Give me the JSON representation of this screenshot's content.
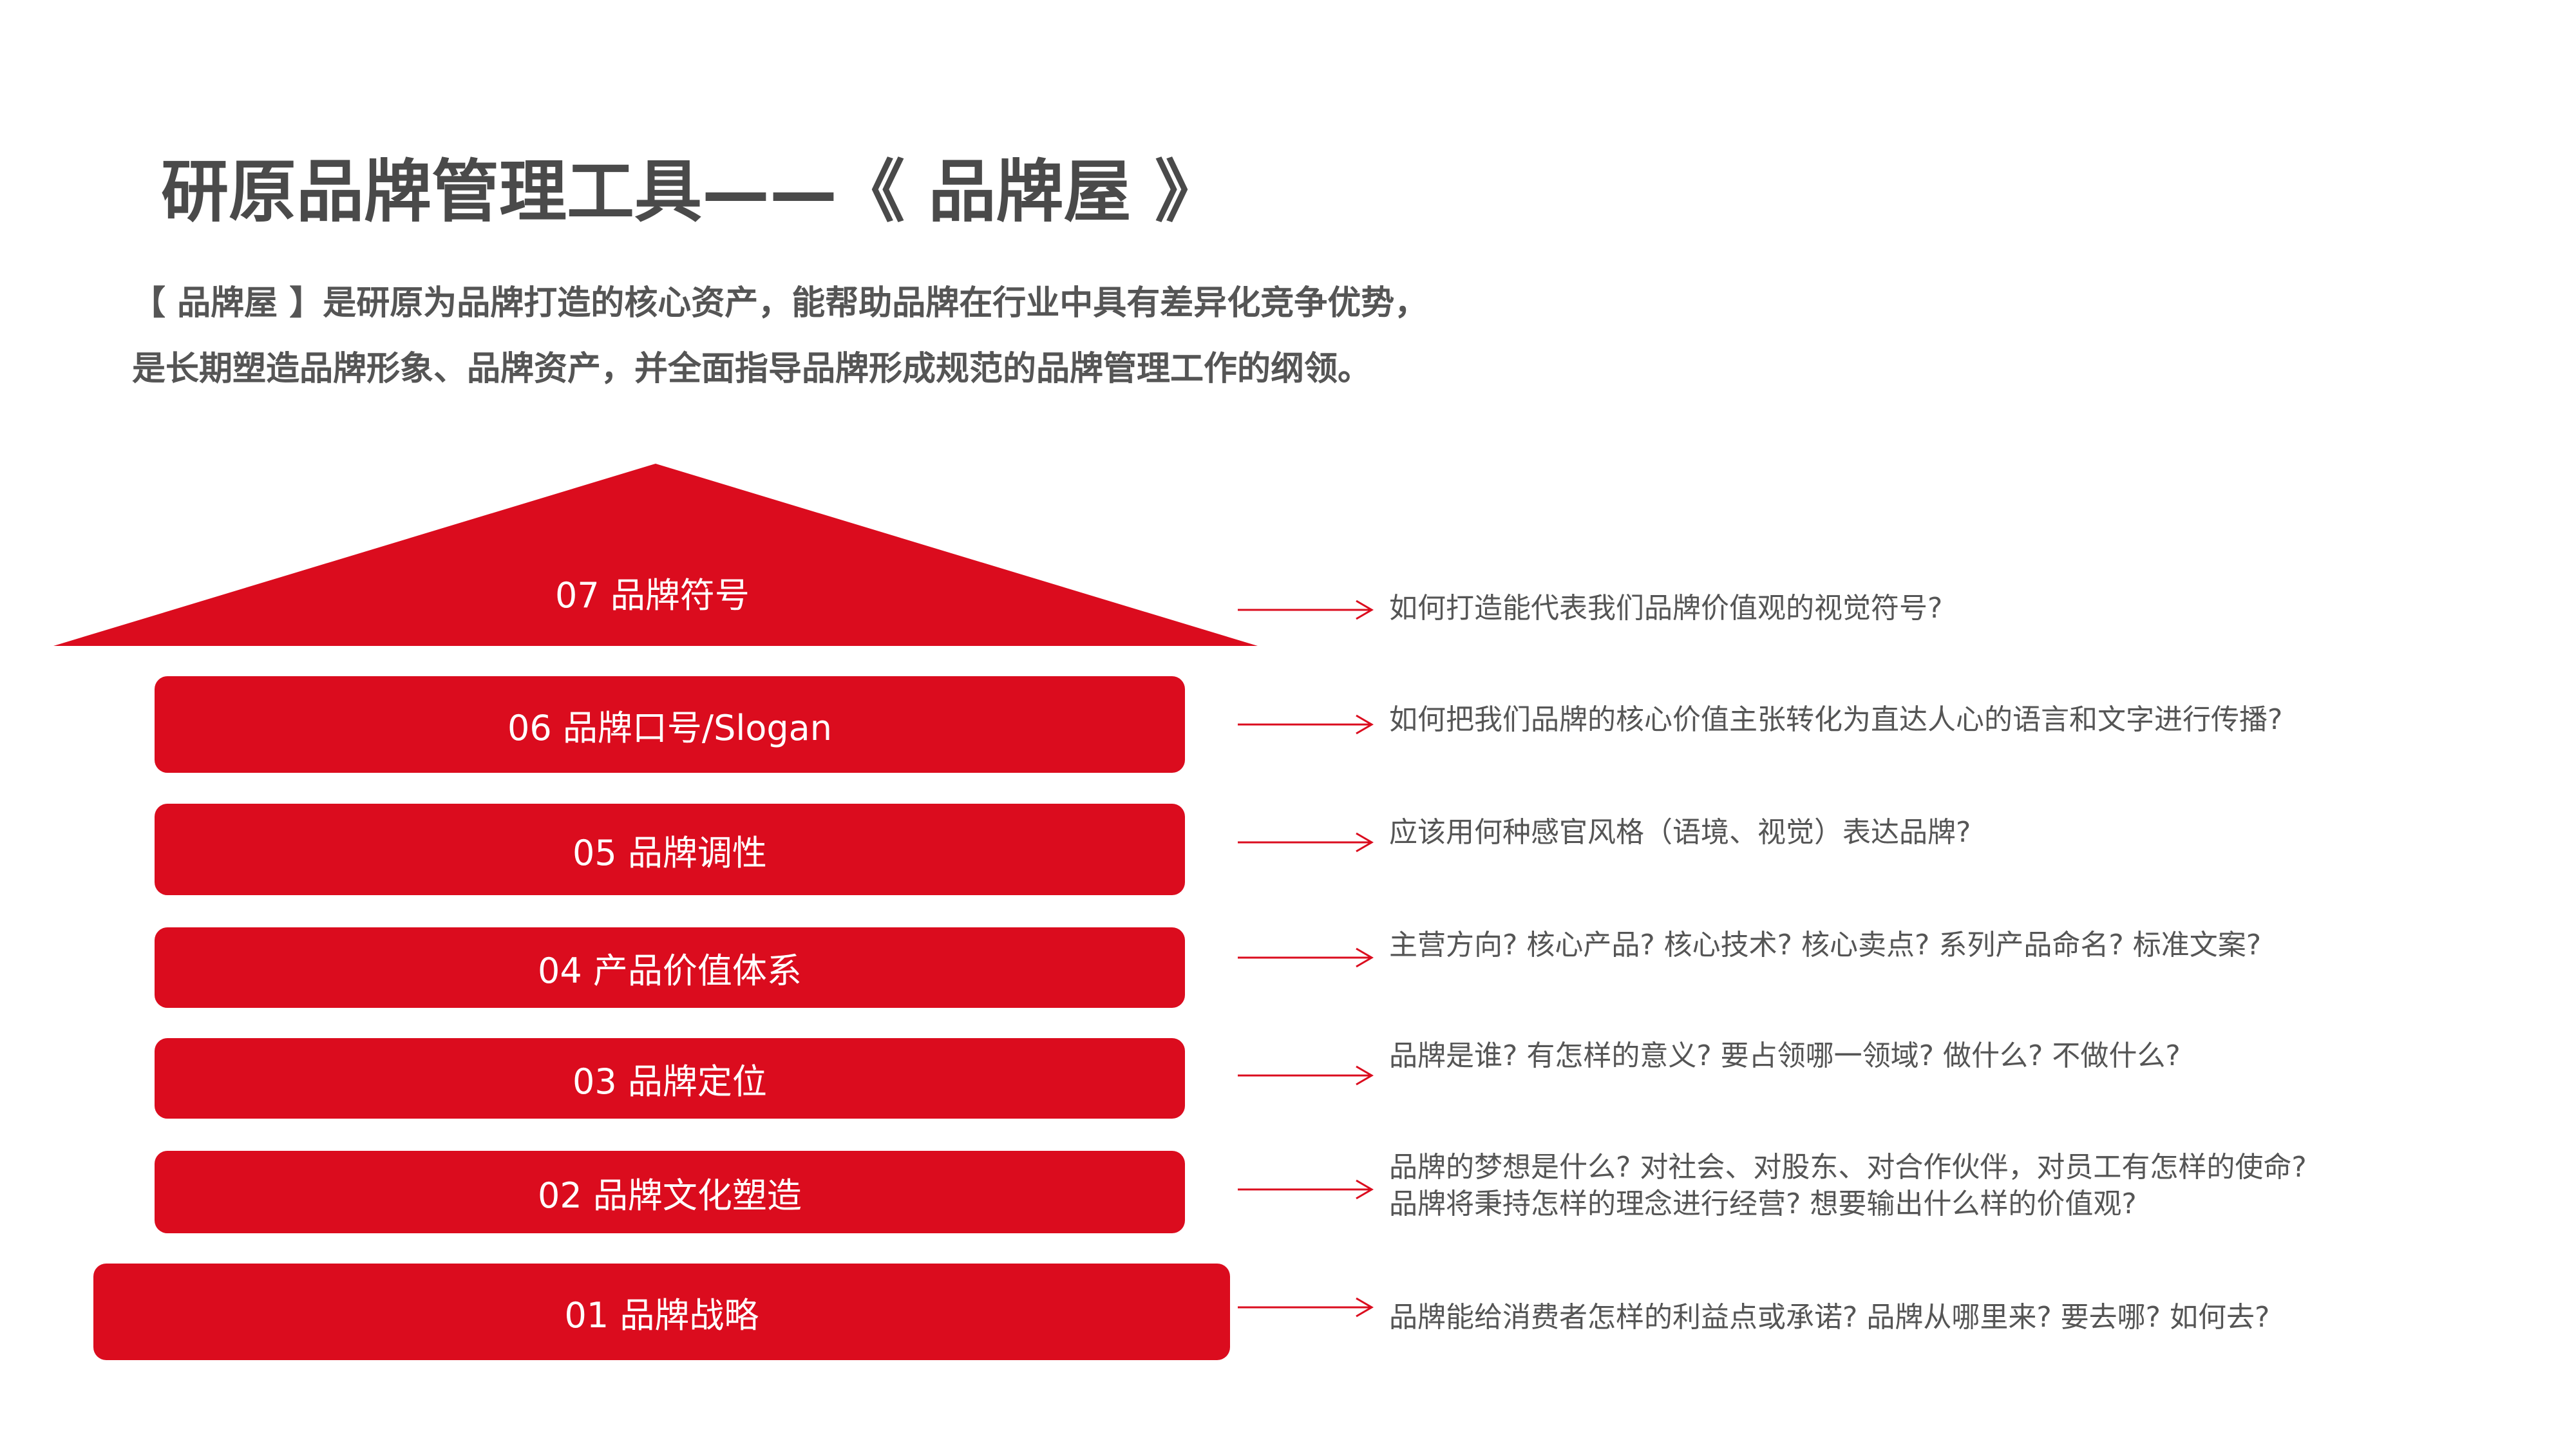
{
  "title": "研原品牌管理工具——《 品牌屋 》",
  "intro": {
    "line1": "【 品牌屋 】是研原为品牌打造的核心资产，能帮助品牌在行业中具有差异化竞争优势，",
    "line2": "是长期塑造品牌形象、品牌资产，并全面指导品牌形成规范的品牌管理工作的纲领。"
  },
  "colors": {
    "accent": "#db0c1e",
    "text": "#555555",
    "title": "#4a4a4a"
  },
  "levels": [
    {
      "label": "07 品牌符号",
      "question": "如何打造能代表我们品牌价值观的视觉符号?"
    },
    {
      "label": "06 品牌口号/Slogan",
      "question": "如何把我们品牌的核心价值主张转化为直达人心的语言和文字进行传播?"
    },
    {
      "label": "05 品牌调性",
      "question": "应该用何种感官风格（语境、视觉）表达品牌?"
    },
    {
      "label": "04 产品价值体系",
      "question": "主营方向? 核心产品? 核心技术? 核心卖点? 系列产品命名? 标准文案?"
    },
    {
      "label": "03 品牌定位",
      "question": "品牌是谁? 有怎样的意义? 要占领哪一领域? 做什么? 不做什么?"
    },
    {
      "label": "02 品牌文化塑造",
      "question": "品牌的梦想是什么? 对社会、对股东、对合作伙伴，对员工有怎样的使命?",
      "question2": "品牌将秉持怎样的理念进行经营? 想要输出什么样的价值观?"
    },
    {
      "label": "01 品牌战略",
      "question": "品牌能给消费者怎样的利益点或承诺? 品牌从哪里来? 要去哪? 如何去?"
    }
  ]
}
